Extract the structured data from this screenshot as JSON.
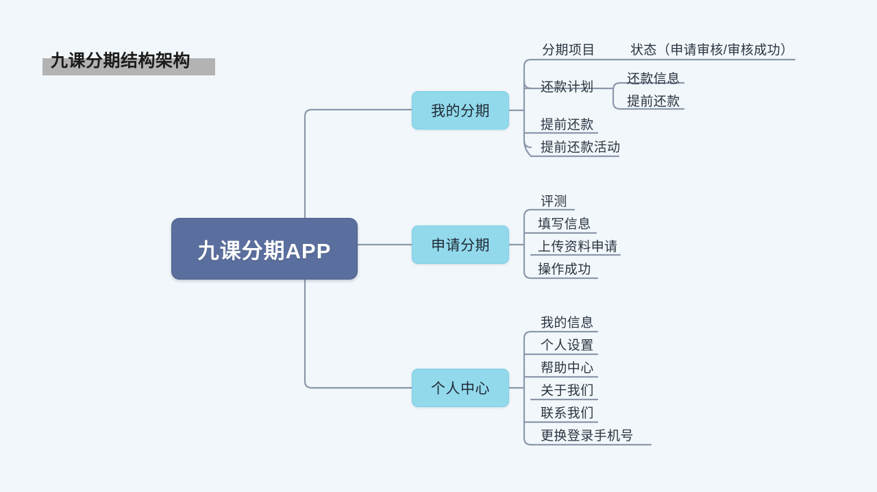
{
  "title": {
    "text": "九课分期结构架构",
    "highlight_color": "#b3b3b3"
  },
  "colors": {
    "background": "#f2f7fb",
    "root_fill": "#5b6f9e",
    "root_text": "#ffffff",
    "branch_fill": "#92d9ec",
    "branch_text": "#1f2933",
    "connector": "#8b97ab",
    "leaf_text": "#2b3440"
  },
  "diagram": {
    "type": "mindmap",
    "root": {
      "label": "九课分期APP"
    },
    "branches": [
      {
        "label": "我的分期",
        "children": [
          {
            "label": "分期项目",
            "children": [
              {
                "label": "状态（申请审核/审核成功）"
              }
            ]
          },
          {
            "label": "还款计划",
            "children": [
              {
                "label": "还款信息"
              },
              {
                "label": "提前还款"
              }
            ]
          },
          {
            "label": "提前还款"
          },
          {
            "label": "提前还款活动"
          }
        ]
      },
      {
        "label": "申请分期",
        "children": [
          {
            "label": "评测"
          },
          {
            "label": "填写信息"
          },
          {
            "label": "上传资料申请"
          },
          {
            "label": "操作成功"
          }
        ]
      },
      {
        "label": "个人中心",
        "children": [
          {
            "label": "我的信息"
          },
          {
            "label": "个人设置"
          },
          {
            "label": "帮助中心"
          },
          {
            "label": "关于我们"
          },
          {
            "label": "联系我们"
          },
          {
            "label": "更换登录手机号"
          }
        ]
      }
    ]
  },
  "leaves": {
    "b0_c0": "分期项目",
    "b0_c0_g0": "状态（申请审核/审核成功）",
    "b0_c1": "还款计划",
    "b0_c1_g0": "还款信息",
    "b0_c1_g1": "提前还款",
    "b0_c2": "提前还款",
    "b0_c3": "提前还款活动",
    "b1_c0": "评测",
    "b1_c1": "填写信息",
    "b1_c2": "上传资料申请",
    "b1_c3": "操作成功",
    "b2_c0": "我的信息",
    "b2_c1": "个人设置",
    "b2_c2": "帮助中心",
    "b2_c3": "关于我们",
    "b2_c4": "联系我们",
    "b2_c5": "更换登录手机号"
  }
}
